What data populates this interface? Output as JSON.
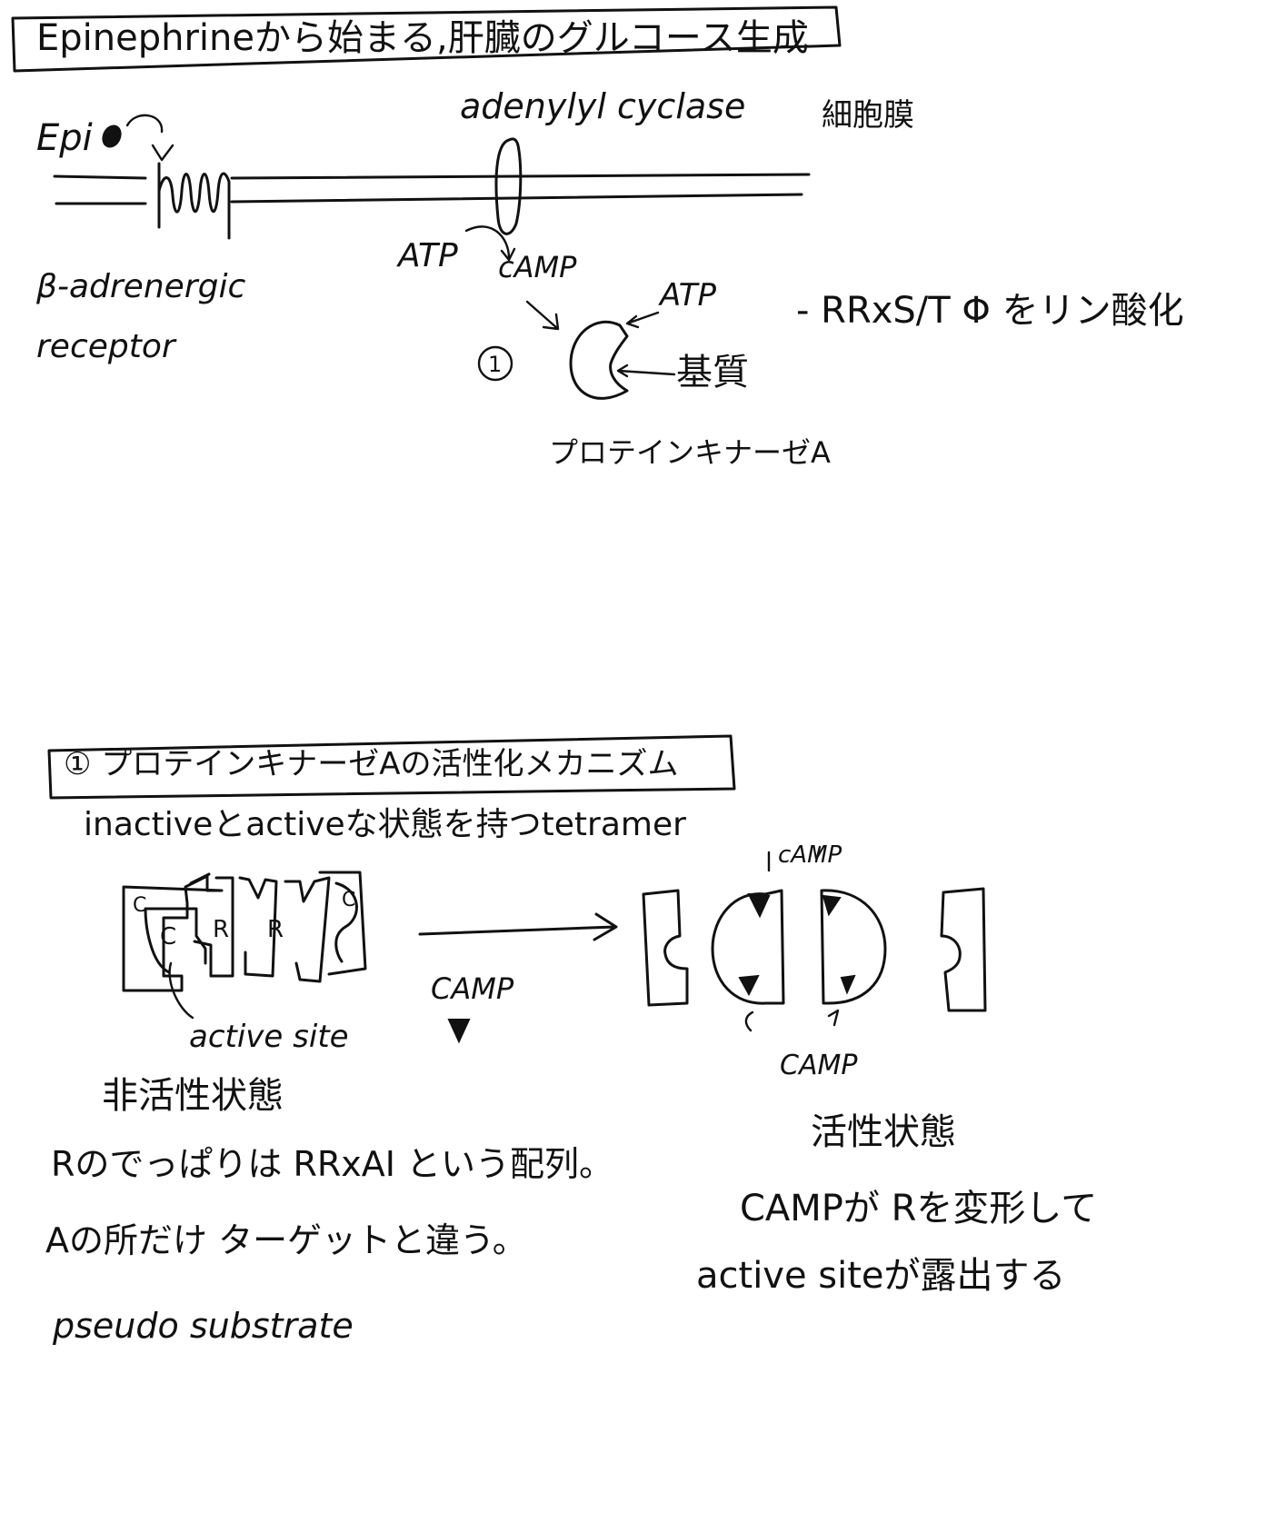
{
  "section1": {
    "title": "Epinephrineから始まる,肝臓のグルコース生成",
    "epi_label": "Epi",
    "adenylyl_cyclase_label": "adenylyl cyclase",
    "membrane_label": "細胞膜",
    "receptor_label_line1": "β-adrenergic",
    "receptor_label_line2": "receptor",
    "atp_label": "ATP",
    "camp_label": "cAMP",
    "circled_number": "1",
    "kinase_atp_label": "ATP",
    "substrate_label": "基質",
    "kinase_label": "プロテインキナーゼA",
    "phosphorylation_note": "- RRxS/T Φ をリン酸化"
  },
  "section2": {
    "title": "① プロテインキナーゼAの活性化メカニズム",
    "subtitle": "inactiveとactiveな状態を持つtetramer",
    "c_label": "C",
    "r_label": "R",
    "active_site_label": "active site",
    "inactive_state_label": "非活性状態",
    "camp_arrow_label": "CAMP",
    "camp_top_label": "cAMP",
    "camp_bottom_label": "CAMP",
    "active_state_label": "活性状態",
    "note_line1": "Rのでっぱりは RRxAI という配列。",
    "note_line2": "Aの所だけ ターゲットと違う。",
    "note_line3": "pseudo substrate",
    "note_right_line1": "CAMPが Rを変形して",
    "note_right_line2": "active siteが露出する"
  }
}
